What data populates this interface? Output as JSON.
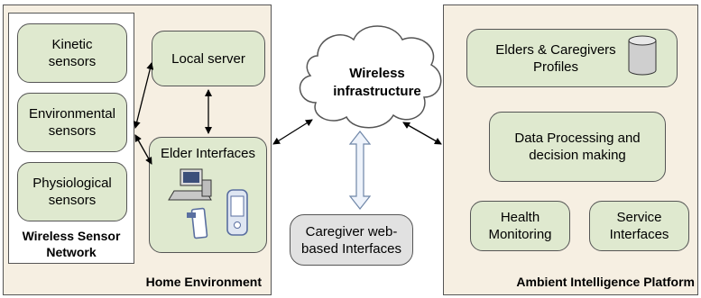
{
  "home": {
    "title": "Home Environment",
    "wsn_title": "Wireless Sensor\nNetwork",
    "sensors": [
      "Kinetic\nsensors",
      "Environmental\nsensors",
      "Physiological\nsensors"
    ],
    "local_server": "Local server",
    "elder_interfaces": "Elder Interfaces"
  },
  "cloud_label": "Wireless\ninfrastructure",
  "caregiver": "Caregiver web-\nbased Interfaces",
  "platform": {
    "title": "Ambient Intelligence Platform",
    "profiles": "Elders & Caregivers\nProfiles",
    "processing": "Data Processing and\ndecision making",
    "health": "Health\nMonitoring",
    "service": "Service\nInterfaces"
  },
  "icons": [
    "computer-icon",
    "pda-icon",
    "phone-icon",
    "database-icon",
    "cloud-icon"
  ]
}
